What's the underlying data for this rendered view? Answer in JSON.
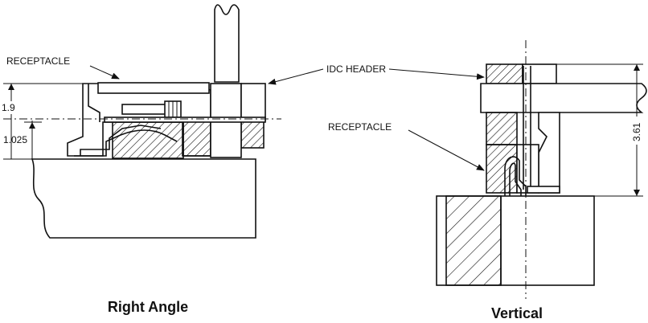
{
  "labels": {
    "receptacle_left": "RECEPTACLE",
    "idc_header": "IDC HEADER",
    "receptacle_right": "RECEPTACLE"
  },
  "dimensions": {
    "dim_1_9": "1.9",
    "dim_1_025": "1.025",
    "dim_3_61": "3.61"
  },
  "captions": {
    "right_angle": "Right Angle",
    "vertical": "Vertical"
  },
  "colors": {
    "line": "#111111",
    "background": "#ffffff"
  }
}
